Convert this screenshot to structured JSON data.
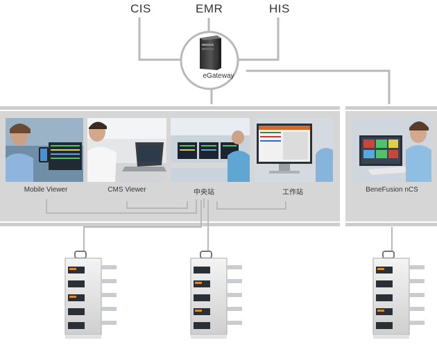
{
  "top_systems": [
    "CIS",
    "EMR",
    "HIS"
  ],
  "gateway": {
    "label": "eGateway",
    "icon": "server-tower-icon"
  },
  "central_panel": {
    "viewers": [
      {
        "label": "Mobile Viewer",
        "icon": "nurse-with-smartphone-photo"
      },
      {
        "label": "CMS Viewer",
        "icon": "clinician-with-laptop-photo"
      },
      {
        "label": "中央站",
        "icon": "central-station-monitors-photo"
      },
      {
        "label": "工作站",
        "icon": "workstation-monitor-photo"
      }
    ]
  },
  "side_panel": {
    "label": "BeneFusion nCS",
    "icon": "nurse-at-benefusion-station-photo"
  },
  "pump_racks": [
    {
      "icon": "infusion-pump-rack-icon",
      "pumps": 5
    },
    {
      "icon": "infusion-pump-rack-icon",
      "pumps": 5
    },
    {
      "icon": "infusion-pump-rack-icon",
      "pumps": 5
    }
  ],
  "colors": {
    "band": "#d6d6d6",
    "line": "#b8b8b8",
    "text": "#333333"
  }
}
